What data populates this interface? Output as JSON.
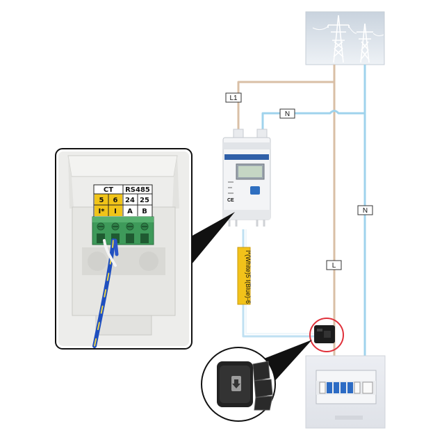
{
  "wire_labels": {
    "l1": "L1",
    "n_top": "N",
    "n_right": "N",
    "l_right": "L"
  },
  "ct_cable_text": "I*(White)5  I(Blue)-6",
  "terminal_table": {
    "header": [
      "CT",
      "RS485"
    ],
    "row_numbers": [
      "5",
      "6",
      "24",
      "25"
    ],
    "row_signals": [
      "I*",
      "I",
      "A",
      "B"
    ]
  },
  "colors": {
    "live_wire": "#d9bfa6",
    "neutral_wire": "#9fd3ec",
    "highlight_circle": "#e0303a",
    "terminal_yellow": "#f0c419",
    "terminal_block": "#3e9a5a",
    "ct_label_tape": "#f2c21a",
    "grid_box": "#dfe6ee"
  },
  "icons": [
    "power-tower-icon",
    "arrow-down-icon"
  ]
}
